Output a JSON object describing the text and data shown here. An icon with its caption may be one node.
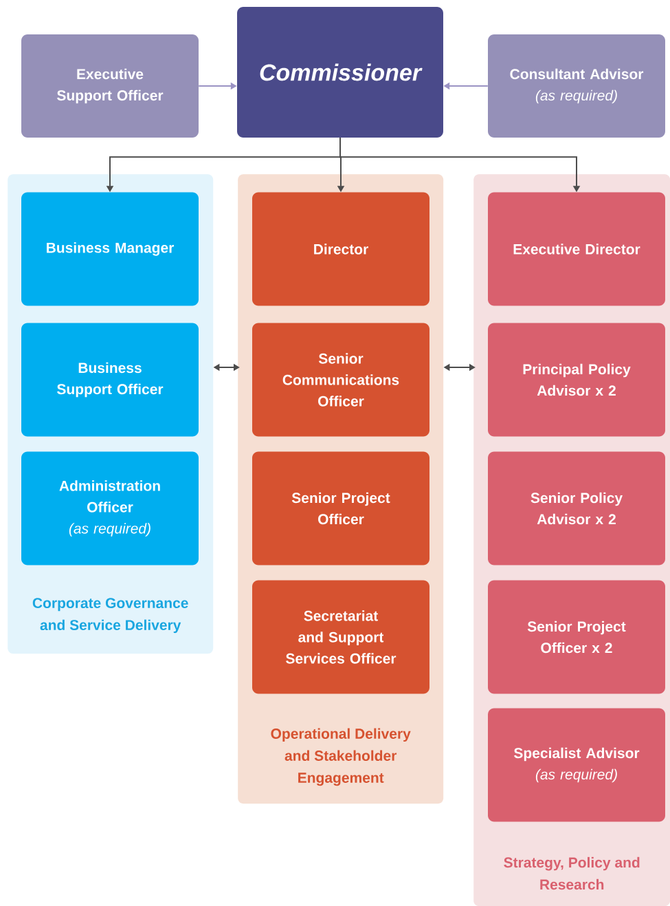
{
  "diagram": {
    "nodes": [
      {
        "text": [
          "Executive Support Officer"
        ]
      },
      {
        "text": [
          "Commissioner"
        ]
      },
      {
        "text": [
          "Consultant Advisor",
          "(as required)"
        ]
      },
      {
        "text": [
          "Corporate Governance and Service Delivery"
        ]
      },
      {
        "text": [
          "Business Manager"
        ],
        "in": 3
      },
      {
        "text": [
          "Business Support Officer"
        ],
        "in": 3
      },
      {
        "text": [
          "Administration Officer",
          "(as required)"
        ],
        "in": 3
      },
      {
        "text": [
          "Operational Delivery and Stakeholder Engagement"
        ]
      },
      {
        "text": [
          "Director"
        ],
        "in": 7
      },
      {
        "text": [
          "Senior Communications Officer"
        ],
        "in": 7
      },
      {
        "text": [
          "Senior Project Officer"
        ],
        "in": 7
      },
      {
        "text": [
          "Secretariat and Support Services Officer"
        ],
        "in": 7
      },
      {
        "text": [
          "Strategy, Policy and Research"
        ]
      },
      {
        "text": [
          "Executive Director"
        ],
        "in": 12
      },
      {
        "text": [
          "Principal Policy Advisor x 2"
        ],
        "in": 12
      },
      {
        "text": [
          "Senior Policy Advisor x 2"
        ],
        "in": 12
      },
      {
        "text": [
          "Senior Project Officer x 2"
        ],
        "in": 12
      },
      {
        "text": [
          "Specialist Advisor",
          "(as required)"
        ],
        "in": 12
      }
    ],
    "edges": [
      {
        "from": 0,
        "to": 1,
        "arrow": "to",
        "color": "#9b93c4"
      },
      {
        "from": 2,
        "to": 1,
        "arrow": "to",
        "color": "#9b93c4"
      },
      {
        "from": 1,
        "to": 4,
        "arrow": "to"
      },
      {
        "from": 1,
        "to": 8,
        "arrow": "to"
      },
      {
        "from": 1,
        "to": 13,
        "arrow": "to"
      },
      {
        "from": 3,
        "to": 7,
        "arrow": "both"
      },
      {
        "from": 7,
        "to": 12,
        "arrow": "both"
      }
    ]
  }
}
